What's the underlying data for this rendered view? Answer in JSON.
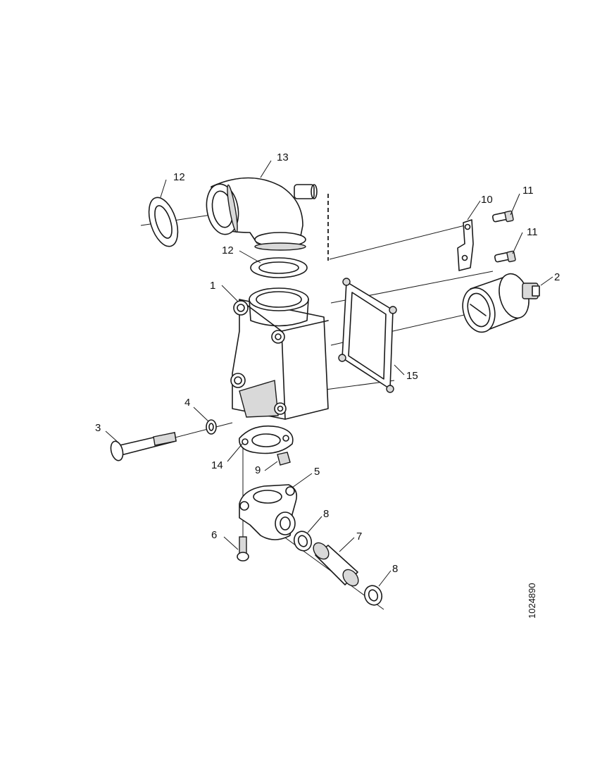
{
  "diagram": {
    "reference_number": "1024890",
    "callouts": [
      "1",
      "2",
      "3",
      "4",
      "5",
      "6",
      "7",
      "8",
      "8",
      "9",
      "10",
      "11",
      "11",
      "12",
      "12",
      "13",
      "14",
      "15"
    ]
  }
}
